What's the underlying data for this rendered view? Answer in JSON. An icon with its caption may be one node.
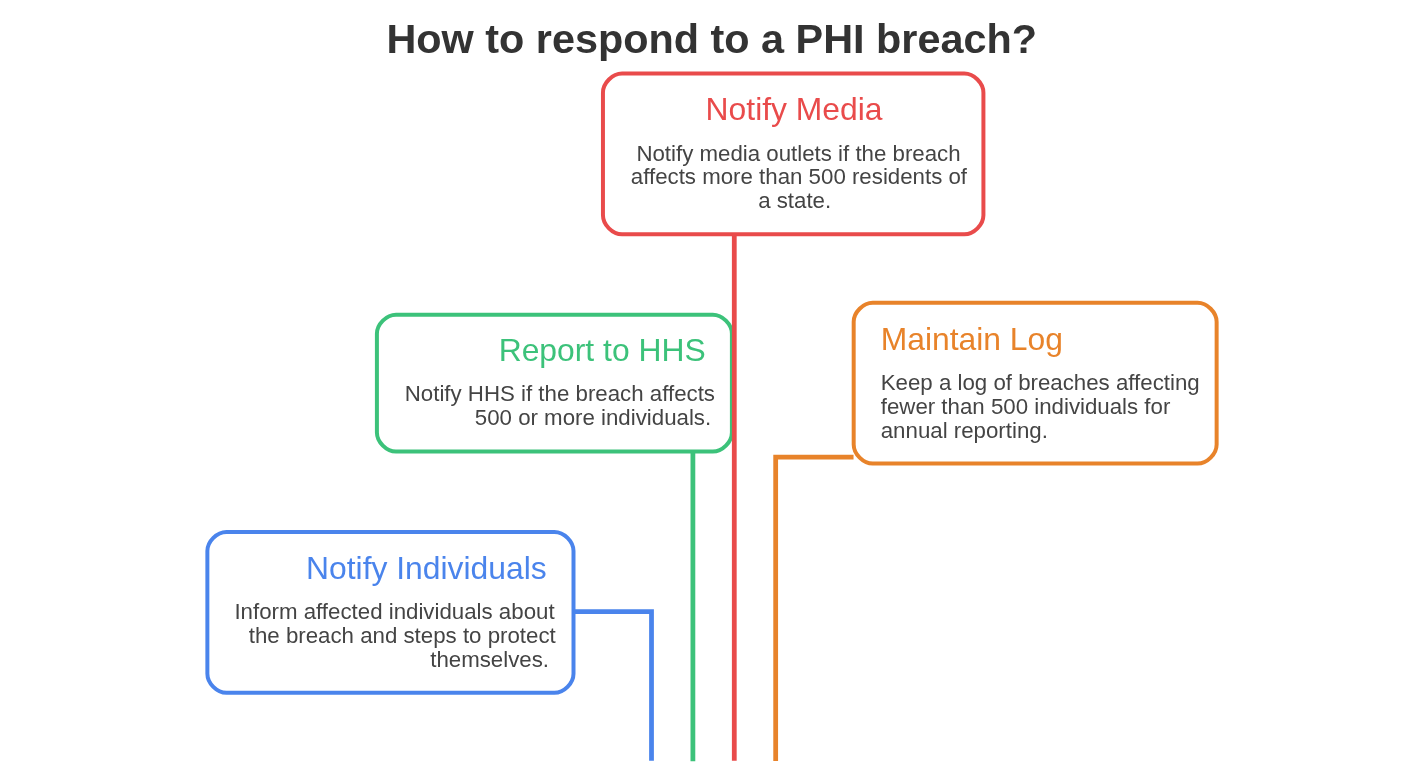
{
  "diagram": {
    "title": "How to respond to a PHI breach?",
    "nodes": [
      {
        "text": [
          "Notify Media",
          "Notify media outlets if the breach affects more than 500 residents of a state."
        ]
      },
      {
        "text": [
          "Report to HHS",
          "Notify HHS if the breach affects 500 or more individuals."
        ]
      },
      {
        "text": [
          "Maintain Log",
          "Keep a log of breaches affecting fewer than 500 individuals for annual reporting."
        ]
      },
      {
        "text": [
          "Notify Individuals",
          "Inform affected individuals about the breach and steps to protect themselves."
        ]
      }
    ],
    "edges": [
      {
        "from": null,
        "to": 0,
        "arrow": "none",
        "color": "#e94b4b"
      },
      {
        "from": null,
        "to": 1,
        "arrow": "none",
        "color": "#3cc27a"
      },
      {
        "from": null,
        "to": 2,
        "arrow": "none",
        "color": "#e8832a"
      },
      {
        "from": null,
        "to": 3,
        "arrow": "none",
        "color": "#4a84ec"
      }
    ]
  }
}
